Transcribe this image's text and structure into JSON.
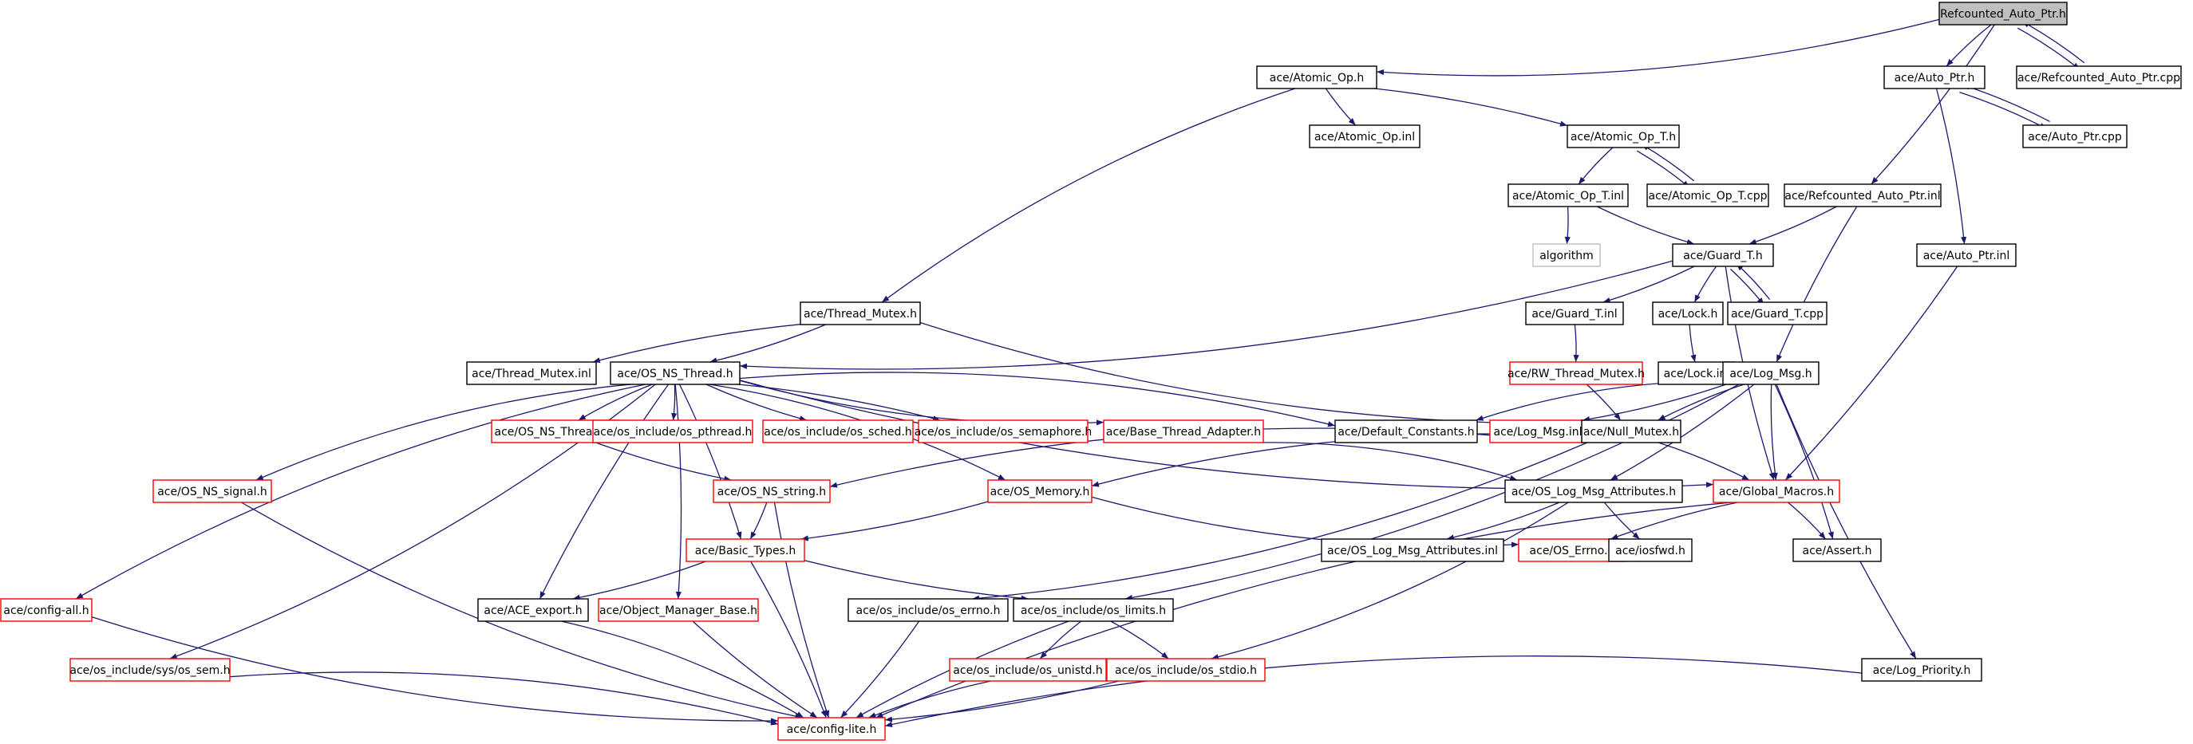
{
  "colors": {
    "edge": "#191970",
    "border_default": "#000000",
    "border_undocumented": "#ff0000",
    "border_external": "#bfbfbf",
    "fill_root": "#bfbfbf",
    "fill_default": "#ffffff"
  },
  "graph": {
    "nodes": [
      {
        "id": "root",
        "label": "Refcounted_Auto_Ptr.h",
        "kind": "root"
      },
      {
        "id": "atomic_op_h",
        "label": "ace/Atomic_Op.h",
        "kind": "default"
      },
      {
        "id": "auto_ptr_h",
        "label": "ace/Auto_Ptr.h",
        "kind": "default"
      },
      {
        "id": "refcounted_cpp",
        "label": "ace/Refcounted_Auto_Ptr.cpp",
        "kind": "default"
      },
      {
        "id": "atomic_op_inl",
        "label": "ace/Atomic_Op.inl",
        "kind": "default"
      },
      {
        "id": "atomic_op_t_h",
        "label": "ace/Atomic_Op_T.h",
        "kind": "default"
      },
      {
        "id": "auto_ptr_cpp",
        "label": "ace/Auto_Ptr.cpp",
        "kind": "default"
      },
      {
        "id": "atomic_op_t_inl",
        "label": "ace/Atomic_Op_T.inl",
        "kind": "default"
      },
      {
        "id": "atomic_op_t_cpp",
        "label": "ace/Atomic_Op_T.cpp",
        "kind": "default"
      },
      {
        "id": "refcounted_inl",
        "label": "ace/Refcounted_Auto_Ptr.inl",
        "kind": "default"
      },
      {
        "id": "algorithm",
        "label": "algorithm",
        "kind": "external"
      },
      {
        "id": "guard_t_h",
        "label": "ace/Guard_T.h",
        "kind": "default"
      },
      {
        "id": "auto_ptr_inl",
        "label": "ace/Auto_Ptr.inl",
        "kind": "default"
      },
      {
        "id": "thread_mutex_h",
        "label": "ace/Thread_Mutex.h",
        "kind": "default"
      },
      {
        "id": "guard_t_inl",
        "label": "ace/Guard_T.inl",
        "kind": "default"
      },
      {
        "id": "lock_h",
        "label": "ace/Lock.h",
        "kind": "default"
      },
      {
        "id": "guard_t_cpp",
        "label": "ace/Guard_T.cpp",
        "kind": "default"
      },
      {
        "id": "thread_mutex_inl",
        "label": "ace/Thread_Mutex.inl",
        "kind": "default"
      },
      {
        "id": "os_ns_thread_h",
        "label": "ace/OS_NS_Thread.h",
        "kind": "default"
      },
      {
        "id": "rw_thread_mutex_h",
        "label": "ace/RW_Thread_Mutex.h",
        "kind": "undocumented"
      },
      {
        "id": "lock_inl",
        "label": "ace/Lock.inl",
        "kind": "default"
      },
      {
        "id": "log_msg_h",
        "label": "ace/Log_Msg.h",
        "kind": "default"
      },
      {
        "id": "os_ns_thread_inl",
        "label": "ace/OS_NS_Thread.inl",
        "kind": "undocumented"
      },
      {
        "id": "os_pthread_h",
        "label": "ace/os_include/os_pthread.h",
        "kind": "undocumented"
      },
      {
        "id": "os_sched_h",
        "label": "ace/os_include/os_sched.h",
        "kind": "undocumented"
      },
      {
        "id": "os_semaphore_h",
        "label": "ace/os_include/os_semaphore.h",
        "kind": "undocumented"
      },
      {
        "id": "base_thread_adapter_h",
        "label": "ace/Base_Thread_Adapter.h",
        "kind": "undocumented"
      },
      {
        "id": "default_constants_h",
        "label": "ace/Default_Constants.h",
        "kind": "default"
      },
      {
        "id": "log_msg_inl",
        "label": "ace/Log_Msg.inl",
        "kind": "undocumented"
      },
      {
        "id": "null_mutex_h",
        "label": "ace/Null_Mutex.h",
        "kind": "default"
      },
      {
        "id": "os_ns_signal_h",
        "label": "ace/OS_NS_signal.h",
        "kind": "undocumented"
      },
      {
        "id": "os_ns_string_h",
        "label": "ace/OS_NS_string.h",
        "kind": "undocumented"
      },
      {
        "id": "os_memory_h",
        "label": "ace/OS_Memory.h",
        "kind": "undocumented"
      },
      {
        "id": "os_log_msg_attr_h",
        "label": "ace/OS_Log_Msg_Attributes.h",
        "kind": "default"
      },
      {
        "id": "global_macros_h",
        "label": "ace/Global_Macros.h",
        "kind": "undocumented"
      },
      {
        "id": "basic_types_h",
        "label": "ace/Basic_Types.h",
        "kind": "undocumented"
      },
      {
        "id": "os_log_msg_attr_inl",
        "label": "ace/OS_Log_Msg_Attributes.inl",
        "kind": "default"
      },
      {
        "id": "os_errno_h",
        "label": "ace/OS_Errno.h",
        "kind": "undocumented"
      },
      {
        "id": "iosfwd_h",
        "label": "ace/iosfwd.h",
        "kind": "default"
      },
      {
        "id": "assert_h",
        "label": "ace/Assert.h",
        "kind": "default"
      },
      {
        "id": "config_all_h",
        "label": "ace/config-all.h",
        "kind": "undocumented"
      },
      {
        "id": "ace_export_h",
        "label": "ace/ACE_export.h",
        "kind": "default"
      },
      {
        "id": "object_manager_base_h",
        "label": "ace/Object_Manager_Base.h",
        "kind": "undocumented"
      },
      {
        "id": "os_errno_inc_h",
        "label": "ace/os_include/os_errno.h",
        "kind": "default"
      },
      {
        "id": "os_limits_h",
        "label": "ace/os_include/os_limits.h",
        "kind": "default"
      },
      {
        "id": "os_sem_h",
        "label": "ace/os_include/sys/os_sem.h",
        "kind": "undocumented"
      },
      {
        "id": "os_unistd_h",
        "label": "ace/os_include/os_unistd.h",
        "kind": "undocumented"
      },
      {
        "id": "os_stdio_h",
        "label": "ace/os_include/os_stdio.h",
        "kind": "undocumented"
      },
      {
        "id": "log_priority_h",
        "label": "ace/Log_Priority.h",
        "kind": "default"
      },
      {
        "id": "config_lite_h",
        "label": "ace/config-lite.h",
        "kind": "undocumented"
      }
    ]
  }
}
